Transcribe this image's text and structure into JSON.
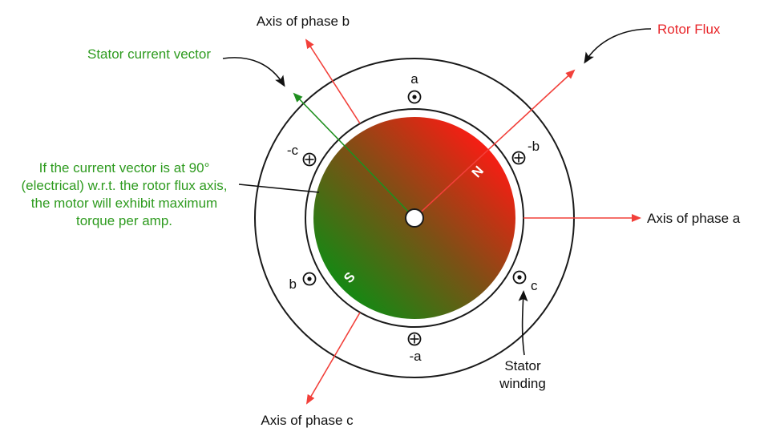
{
  "labels": {
    "axis_a": "Axis of phase a",
    "axis_b": "Axis of phase b",
    "axis_c": "Axis of phase c",
    "rotor_flux": "Rotor Flux",
    "stator_current": "Stator current vector",
    "stator_winding_line1": "Stator",
    "stator_winding_line2": "winding",
    "note_line1": "If the current vector is at 90°",
    "note_line2": "(electrical) w.r.t. the rotor flux axis,",
    "note_line3": "the motor will exhibit maximum",
    "note_line4": "torque per amp."
  },
  "slots": {
    "a": "a",
    "neg_a": "-a",
    "b": "b",
    "neg_b": "-b",
    "c": "c",
    "neg_c": "-c"
  },
  "poles": {
    "north": "N",
    "south": "S"
  },
  "colors": {
    "axis_arrow": "#f2403a",
    "rotor_north": "#ff1a14",
    "rotor_south": "#0e8c13",
    "stator_current_arrow": "#1f8f1f",
    "green_text": "#2e9b1f",
    "red_text": "#e8262a"
  }
}
